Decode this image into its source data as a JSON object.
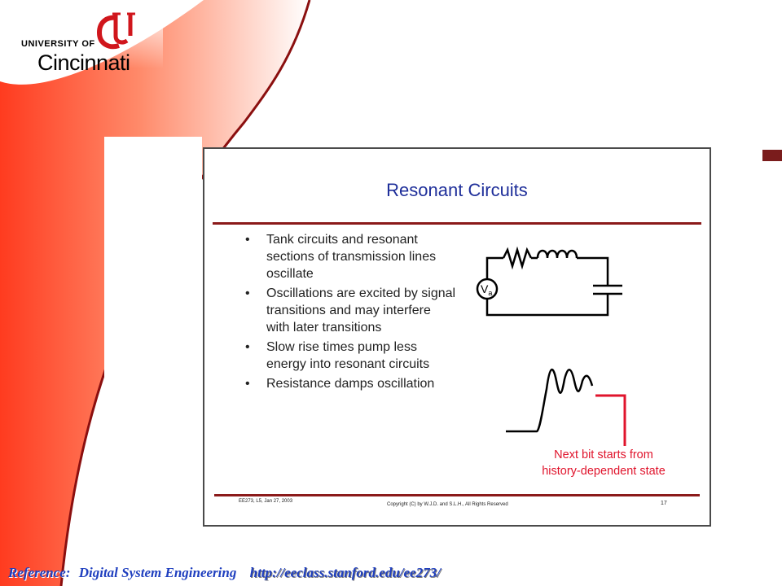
{
  "logo": {
    "small_text": "UNIVERSITY OF",
    "name": "Cincinnati"
  },
  "slide": {
    "title": "Resonant Circuits",
    "bullets": [
      "Tank circuits and resonant sections of transmission lines oscillate",
      "Oscillations are excited by signal transitions and may interfere with later transitions",
      "Slow rise times pump less energy into resonant circuits",
      "Resistance damps oscillation"
    ],
    "source_label_main": "V",
    "source_label_sub": "a",
    "note_line1": "Next bit starts from",
    "note_line2": "history-dependent state",
    "footer_left": "EE273, L5, Jan 27, 2003",
    "footer_center": "Copyright (C) by W.J.D. and S.L.H., All Rights Reserved",
    "page_number": "17"
  },
  "reference": {
    "label": "Reference:",
    "title": "Digital System Engineering",
    "url": "http://eeclass.stanford.edu/ee273/"
  },
  "colors": {
    "title_blue": "#1f2f9a",
    "rule_red": "#8b1a1a",
    "annotation_red": "#e0142c",
    "reference_blue": "#1f3fbf"
  }
}
